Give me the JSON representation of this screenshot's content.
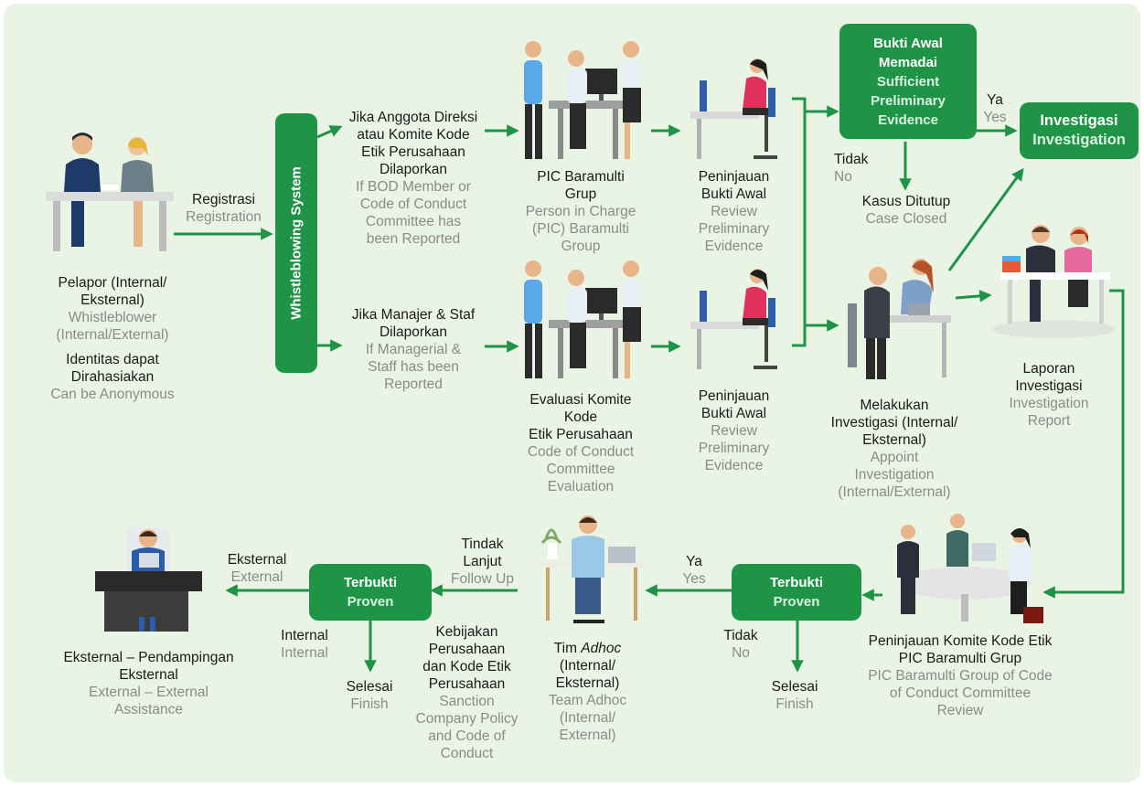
{
  "reporter": {
    "line1": "Pelapor (Internal/",
    "line2": "Eksternal)",
    "en1": "Whistleblower",
    "en2": "(Internal/External)",
    "note1": "Identitas dapat",
    "note2": "Dirahasiakan",
    "note_en": "Can be Anonymous"
  },
  "registration": {
    "id": "Registrasi",
    "en": "Registration"
  },
  "whistleblowing_system": "Whistleblowing System",
  "bod_branch": {
    "id1": "Jika Anggota Direksi",
    "id2": "atau Komite Kode",
    "id3": "Etik Perusahaan",
    "id4": "Dilaporkan",
    "en1": "If BOD Member or",
    "en2": "Code of Conduct",
    "en3": "Committee has",
    "en4": "been Reported"
  },
  "staff_branch": {
    "id1": "Jika Manajer & Staf",
    "id2": "Dilaporkan",
    "en1": "If Managerial &",
    "en2": "Staff has been",
    "en3": "Reported"
  },
  "pic_group": {
    "id1": "PIC Baramulti",
    "id2": "Grup",
    "en1": "Person in Charge",
    "en2": "(PIC) Baramulti",
    "en3": "Group"
  },
  "coc_eval": {
    "id1": "Evaluasi Komite",
    "id2": "Kode",
    "id3": "Etik Perusahaan",
    "en1": "Code of Conduct",
    "en2": "Committee",
    "en3": "Evaluation"
  },
  "review_top": {
    "id1": "Peninjauan",
    "id2": "Bukti Awal",
    "en1": "Review",
    "en2": "Preliminary",
    "en3": "Evidence"
  },
  "review_bottom": {
    "id1": "Peninjauan",
    "id2": "Bukti Awal",
    "en1": "Review",
    "en2": "Preliminary",
    "en3": "Evidence"
  },
  "sufficient": {
    "id1": "Bukti Awal",
    "id2": "Memadai",
    "en1": "Sufficient",
    "en2": "Preliminary",
    "en3": "Evidence"
  },
  "yes_top": {
    "id": "Ya",
    "en": "Yes"
  },
  "no_top": {
    "id": "Tidak",
    "en": "No"
  },
  "case_closed": {
    "id": "Kasus Ditutup",
    "en": "Case Closed"
  },
  "investigation": {
    "id": "Investigasi",
    "en": "Investigation"
  },
  "conduct_investigation": {
    "id1": "Melakukan",
    "id2": "Investigasi (Internal/",
    "id3": "Eksternal)",
    "en1": "Appoint",
    "en2": "Investigation",
    "en3": "(Internal/External)"
  },
  "report": {
    "id1": "Laporan",
    "id2": "Investigasi",
    "en1": "Investigation",
    "en2": "Report"
  },
  "committee_review": {
    "id1": "Peninjauan Komite Kode Etik",
    "id2": "PIC Baramulti Grup",
    "en1": "PIC Baramulti Group of Code",
    "en2": "of Conduct Committee",
    "en3": "Review"
  },
  "proven_right": {
    "id": "Terbukti",
    "en": "Proven"
  },
  "yes_bottom": {
    "id": "Ya",
    "en": "Yes"
  },
  "no_bottom": {
    "id": "Tidak",
    "en": "No"
  },
  "finish_right": {
    "id": "Selesai",
    "en": "Finish"
  },
  "team_adhoc": {
    "id1": "Tim",
    "id1b": "Adhoc",
    "id2": "(Internal/",
    "id3": "Eksternal)",
    "en1": "Team Adhoc",
    "en2": "(Internal/",
    "en3": "External)"
  },
  "follow_up": {
    "id1": "Tindak",
    "id2": "Lanjut",
    "en": "Follow Up"
  },
  "proven_left": {
    "id": "Terbukti",
    "en": "Proven"
  },
  "external_lbl": {
    "id": "Eksternal",
    "en": "External"
  },
  "internal_lbl": {
    "id": "Internal",
    "en": "Internal"
  },
  "finish_left": {
    "id": "Selesai",
    "en": "Finish"
  },
  "sanction": {
    "id1": "Kebijakan",
    "id2": "Perusahaan",
    "id3": "dan Kode Etik",
    "id4": "Perusahaan",
    "en1": "Sanction",
    "en2": "Company Policy",
    "en3": "and Code of",
    "en4": "Conduct"
  },
  "external_assist": {
    "id1": "Eksternal – Pendampingan",
    "id2": "Eksternal",
    "en1": "External – External",
    "en2": "Assistance"
  },
  "colors": {
    "green": "#1f9447",
    "background": "#eaf4e4",
    "english_text": "#8a8a8a"
  }
}
